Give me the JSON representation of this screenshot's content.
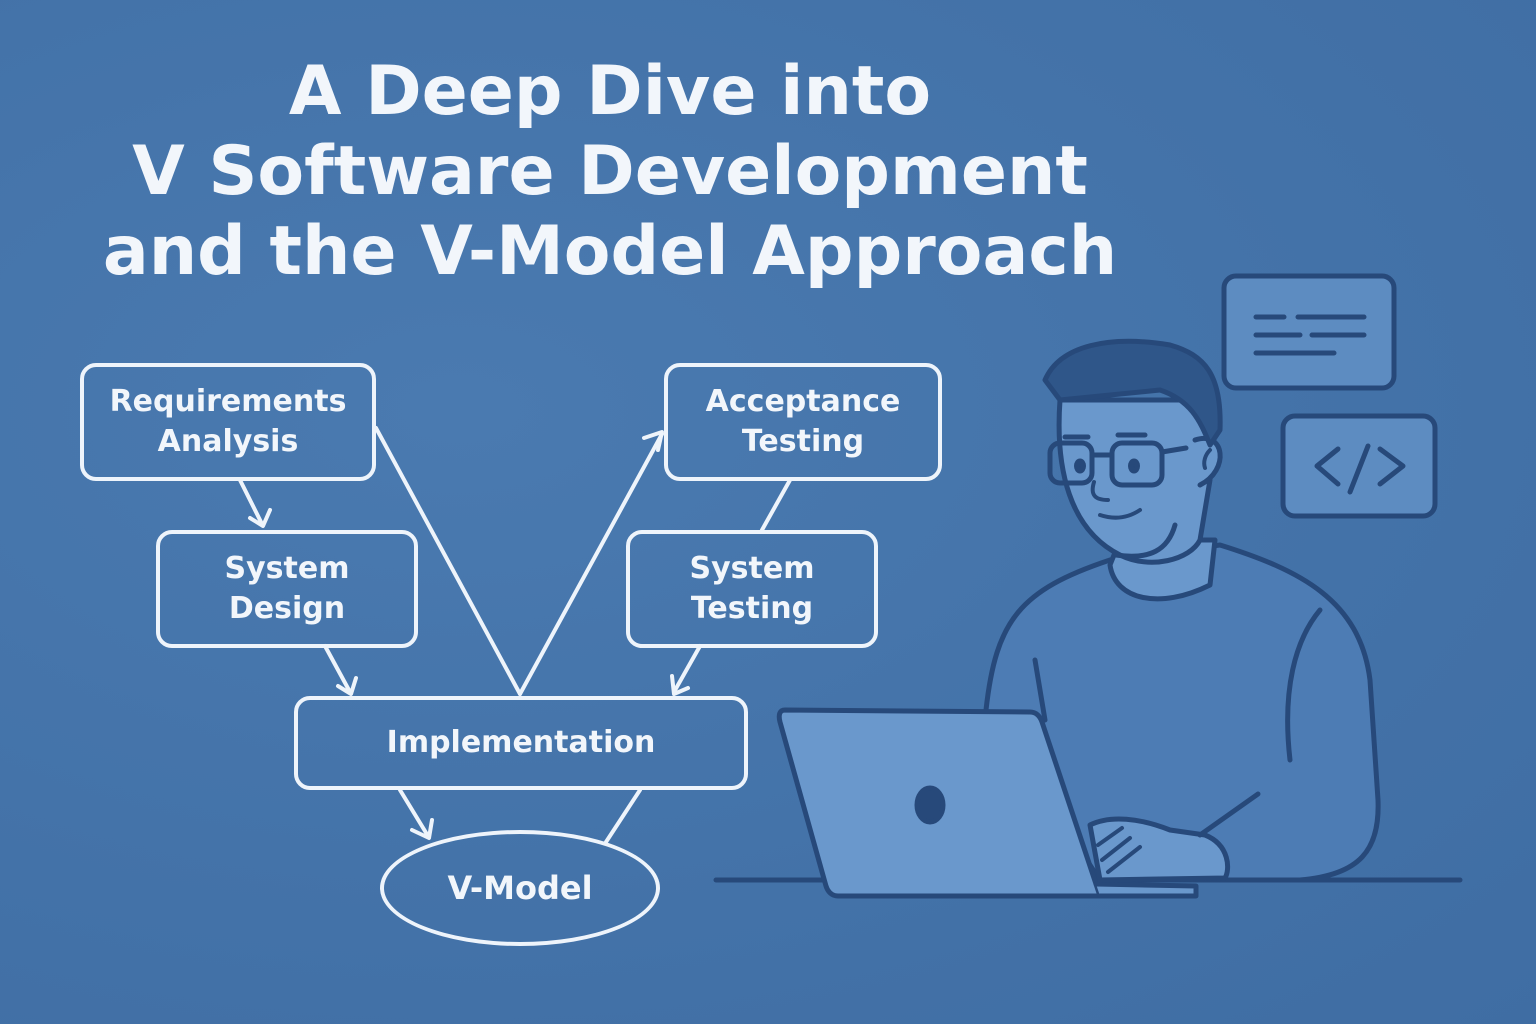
{
  "colors": {
    "background": "#4574ab",
    "foreground": "#eef4fb",
    "illustration_fill": "#6a98cc",
    "illustration_stroke": "#27497a"
  },
  "title": {
    "line1": "A Deep Dive into",
    "line2": "V Software Development",
    "line3": "and the V-Model Approach"
  },
  "diagram": {
    "nodes": {
      "requirements_analysis": {
        "line1": "Requirements",
        "line2": "Analysis"
      },
      "system_design": {
        "line1": "System",
        "line2": "Design"
      },
      "implementation": {
        "label": "Implementation"
      },
      "system_testing": {
        "line1": "System",
        "line2": "Testing"
      },
      "acceptance_testing": {
        "line1": "Acceptance",
        "line2": "Testing"
      },
      "v_model": {
        "label": "V-Model"
      }
    }
  },
  "illustration": {
    "icons": [
      "document-lines-icon",
      "code-brackets-icon"
    ],
    "code_glyph": "</>"
  }
}
